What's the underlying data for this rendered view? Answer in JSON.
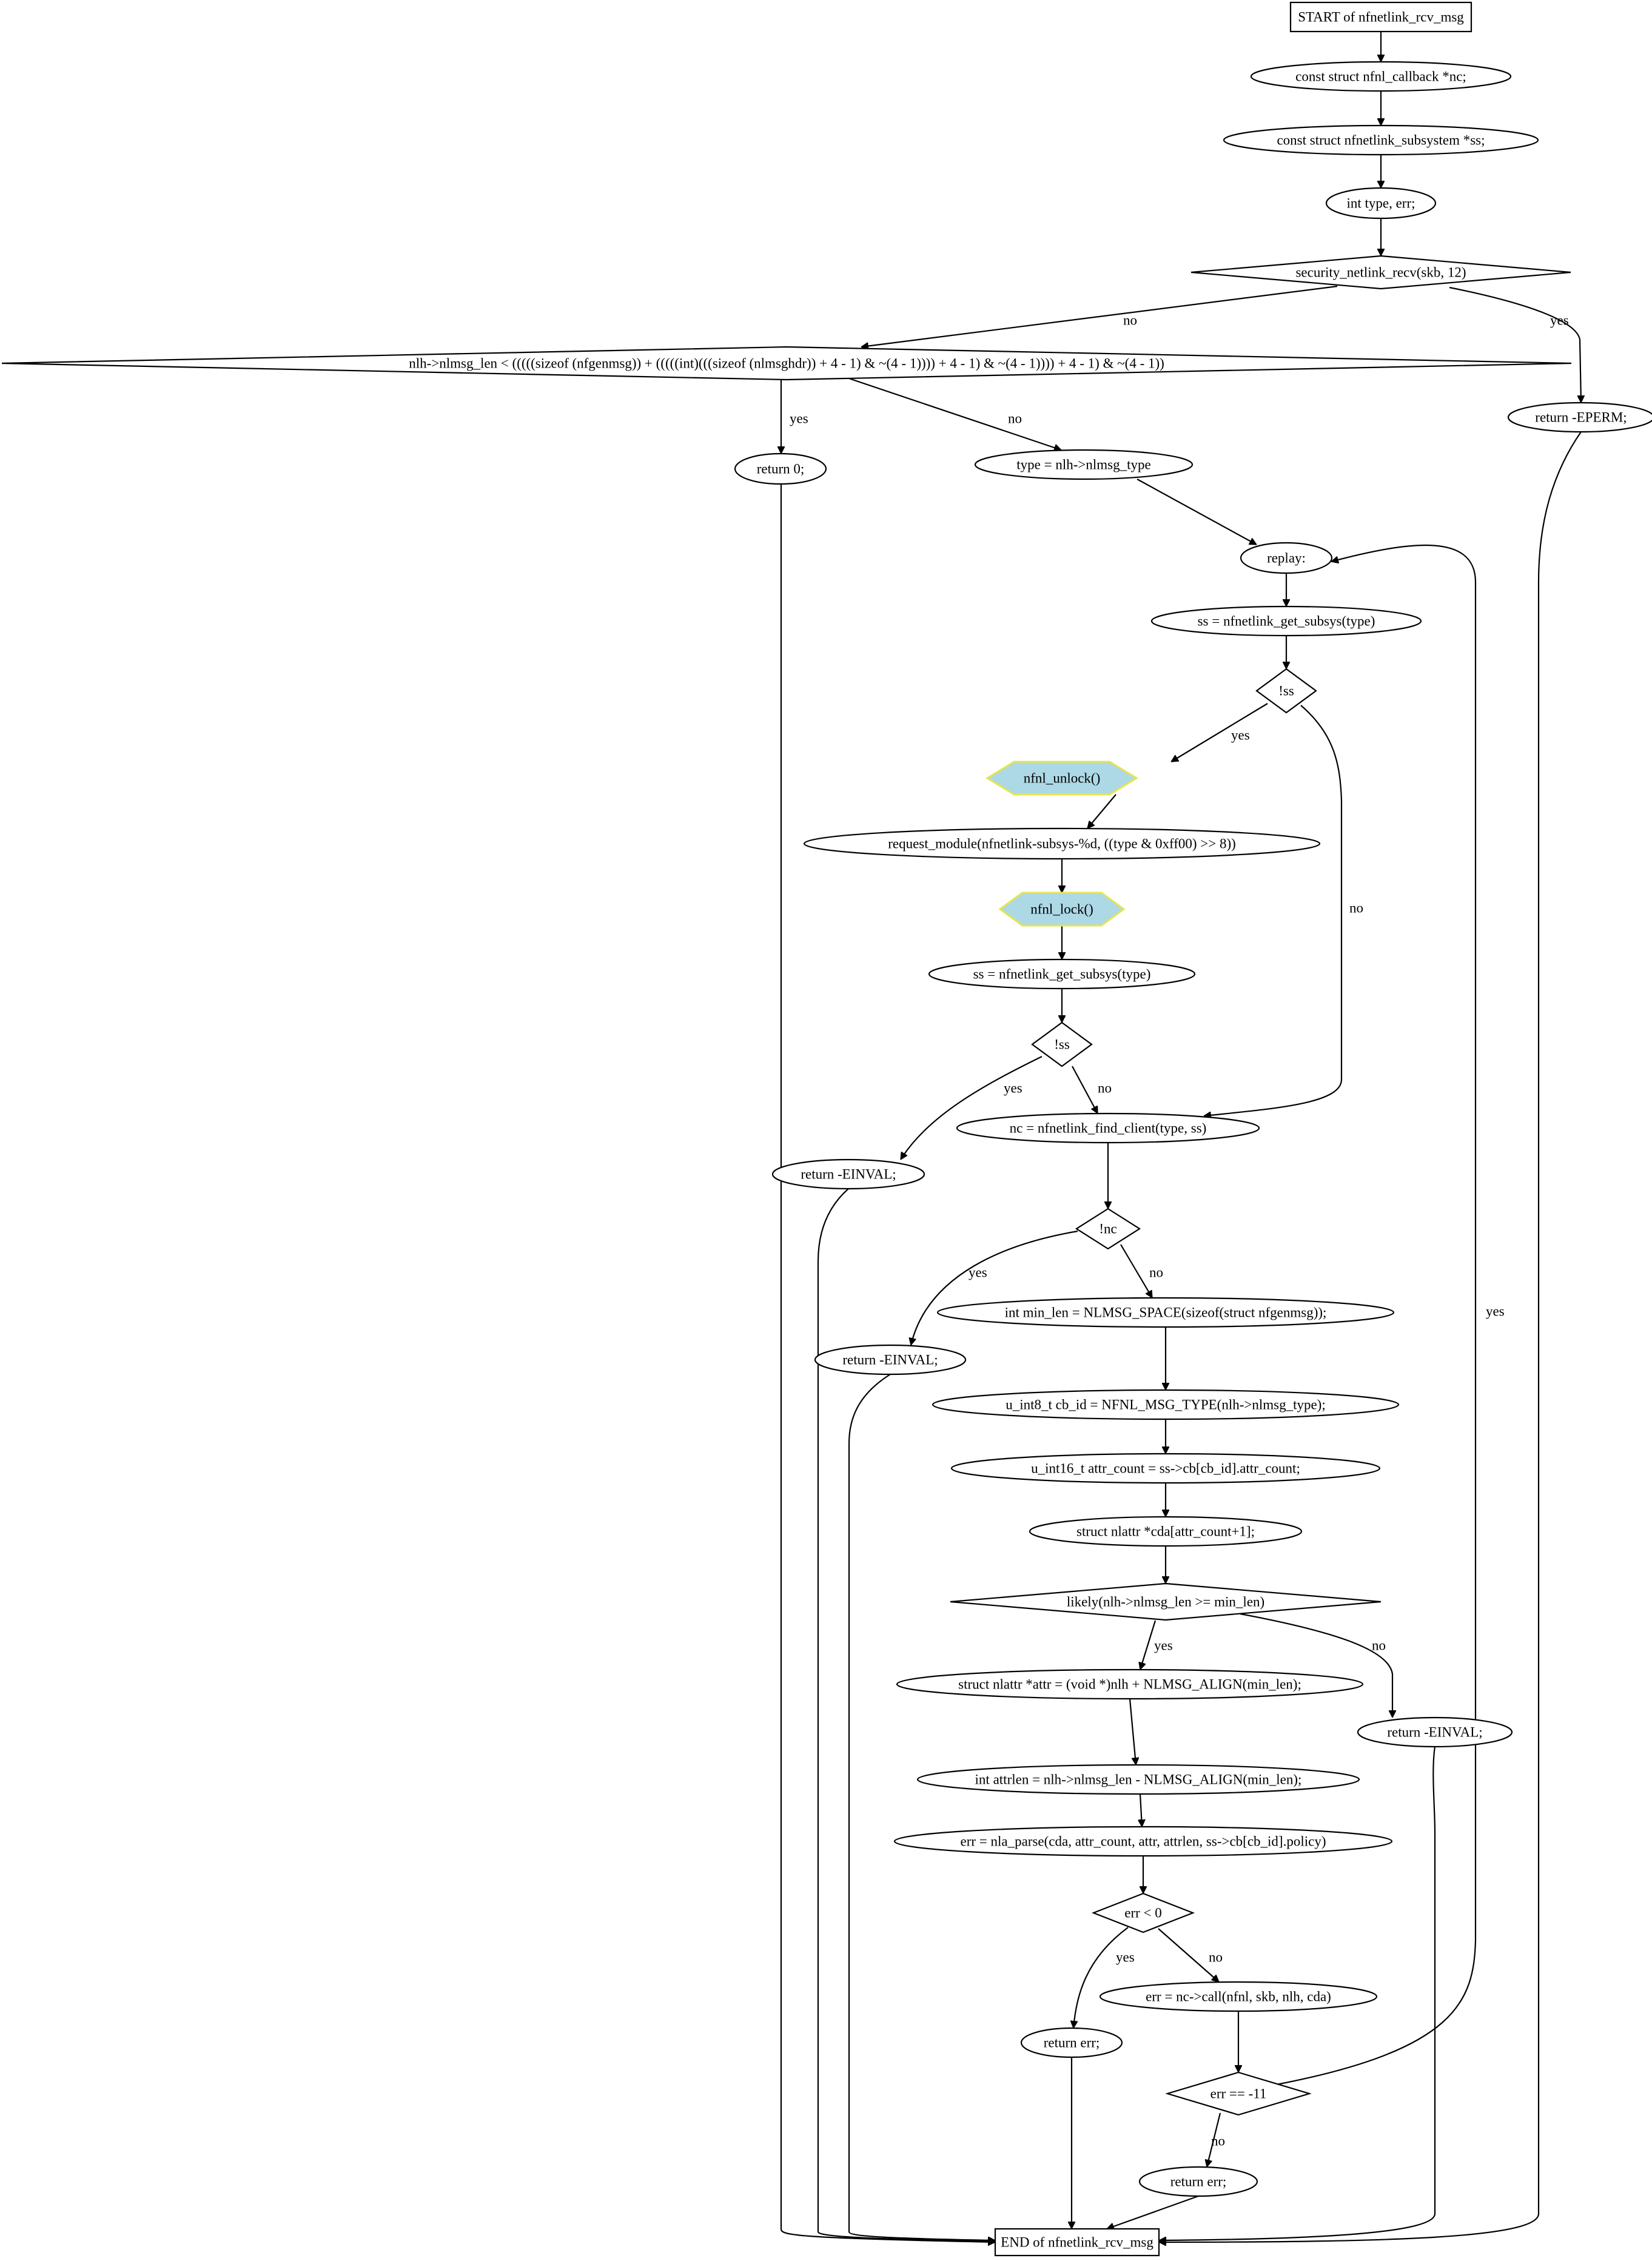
{
  "nodes": [
    {
      "id": "n0",
      "shape": "box",
      "label": "START of nfnetlink_rcv_msg"
    },
    {
      "id": "n1",
      "shape": "ellipse",
      "label": "const struct nfnl_callback *nc;"
    },
    {
      "id": "n2",
      "shape": "ellipse",
      "label": "const struct nfnetlink_subsystem *ss;"
    },
    {
      "id": "n3",
      "shape": "ellipse",
      "label": "int type, err;"
    },
    {
      "id": "n4",
      "shape": "diamond",
      "label": "security_netlink_recv(skb, 12)"
    },
    {
      "id": "n5",
      "shape": "diamond",
      "label": "nlh->nlmsg_len < (((((sizeof (nfgenmsg)) + (((((int)(((sizeof (nlmsghdr)) + 4 - 1) & ~(4 - 1)))) + 4 - 1) & ~(4 - 1)))) + 4 - 1) & ~(4 - 1))"
    },
    {
      "id": "n6",
      "shape": "ellipse",
      "label": "return -EPERM;"
    },
    {
      "id": "n7",
      "shape": "ellipse",
      "label": "return 0;"
    },
    {
      "id": "n8",
      "shape": "ellipse",
      "label": "type = nlh->nlmsg_type"
    },
    {
      "id": "n9",
      "shape": "ellipse",
      "label": "replay:"
    },
    {
      "id": "n10",
      "shape": "ellipse",
      "label": "ss = nfnetlink_get_subsys(type)"
    },
    {
      "id": "n11",
      "shape": "diamond",
      "label": "!ss"
    },
    {
      "id": "n12",
      "shape": "hexagon",
      "label": "nfnl_unlock()"
    },
    {
      "id": "n13",
      "shape": "ellipse",
      "label": "request_module(nfnetlink-subsys-%d, ((type & 0xff00) >> 8))"
    },
    {
      "id": "n14",
      "shape": "hexagon",
      "label": "nfnl_lock()"
    },
    {
      "id": "n15",
      "shape": "ellipse",
      "label": "ss = nfnetlink_get_subsys(type)"
    },
    {
      "id": "n16",
      "shape": "diamond",
      "label": "!ss"
    },
    {
      "id": "n17",
      "shape": "ellipse",
      "label": "return -EINVAL;"
    },
    {
      "id": "n18",
      "shape": "ellipse",
      "label": "nc = nfnetlink_find_client(type, ss)"
    },
    {
      "id": "n19",
      "shape": "diamond",
      "label": "!nc"
    },
    {
      "id": "n20",
      "shape": "ellipse",
      "label": "return -EINVAL;"
    },
    {
      "id": "n21",
      "shape": "ellipse",
      "label": "int min_len = NLMSG_SPACE(sizeof(struct nfgenmsg));"
    },
    {
      "id": "n22",
      "shape": "ellipse",
      "label": "u_int8_t cb_id = NFNL_MSG_TYPE(nlh->nlmsg_type);"
    },
    {
      "id": "n23",
      "shape": "ellipse",
      "label": "u_int16_t attr_count = ss->cb[cb_id].attr_count;"
    },
    {
      "id": "n24",
      "shape": "ellipse",
      "label": "struct nlattr *cda[attr_count+1];"
    },
    {
      "id": "n25",
      "shape": "diamond",
      "label": "likely(nlh->nlmsg_len >= min_len)"
    },
    {
      "id": "n26",
      "shape": "ellipse",
      "label": "struct nlattr *attr = (void *)nlh + NLMSG_ALIGN(min_len);"
    },
    {
      "id": "n27",
      "shape": "ellipse",
      "label": "return -EINVAL;"
    },
    {
      "id": "n28",
      "shape": "ellipse",
      "label": "int attrlen = nlh->nlmsg_len - NLMSG_ALIGN(min_len);"
    },
    {
      "id": "n29",
      "shape": "ellipse",
      "label": "err = nla_parse(cda, attr_count, attr, attrlen, ss->cb[cb_id].policy)"
    },
    {
      "id": "n30",
      "shape": "diamond",
      "label": "err < 0"
    },
    {
      "id": "n31",
      "shape": "ellipse",
      "label": "return err;"
    },
    {
      "id": "n32",
      "shape": "ellipse",
      "label": "err = nc->call(nfnl, skb, nlh, cda)"
    },
    {
      "id": "n33",
      "shape": "diamond",
      "label": "err == -11"
    },
    {
      "id": "n34",
      "shape": "ellipse",
      "label": "return err;"
    },
    {
      "id": "n35",
      "shape": "box",
      "label": "END of nfnetlink_rcv_msg"
    }
  ],
  "edges": [
    {
      "from": "n0",
      "to": "n1",
      "label": ""
    },
    {
      "from": "n1",
      "to": "n2",
      "label": ""
    },
    {
      "from": "n2",
      "to": "n3",
      "label": ""
    },
    {
      "from": "n3",
      "to": "n4",
      "label": ""
    },
    {
      "from": "n4",
      "to": "n5",
      "label": "no"
    },
    {
      "from": "n4",
      "to": "n6",
      "label": "yes"
    },
    {
      "from": "n5",
      "to": "n7",
      "label": "yes"
    },
    {
      "from": "n5",
      "to": "n8",
      "label": "no"
    },
    {
      "from": "n8",
      "to": "n9",
      "label": ""
    },
    {
      "from": "n9",
      "to": "n10",
      "label": ""
    },
    {
      "from": "n10",
      "to": "n11",
      "label": ""
    },
    {
      "from": "n11",
      "to": "n12",
      "label": "yes"
    },
    {
      "from": "n11",
      "to": "n18",
      "label": "no"
    },
    {
      "from": "n12",
      "to": "n13",
      "label": ""
    },
    {
      "from": "n13",
      "to": "n14",
      "label": ""
    },
    {
      "from": "n14",
      "to": "n15",
      "label": ""
    },
    {
      "from": "n15",
      "to": "n16",
      "label": ""
    },
    {
      "from": "n16",
      "to": "n17",
      "label": "yes"
    },
    {
      "from": "n16",
      "to": "n18",
      "label": "no"
    },
    {
      "from": "n18",
      "to": "n19",
      "label": ""
    },
    {
      "from": "n19",
      "to": "n20",
      "label": "yes"
    },
    {
      "from": "n19",
      "to": "n21",
      "label": "no"
    },
    {
      "from": "n21",
      "to": "n22",
      "label": ""
    },
    {
      "from": "n22",
      "to": "n23",
      "label": ""
    },
    {
      "from": "n23",
      "to": "n24",
      "label": ""
    },
    {
      "from": "n24",
      "to": "n25",
      "label": ""
    },
    {
      "from": "n25",
      "to": "n26",
      "label": "yes"
    },
    {
      "from": "n25",
      "to": "n27",
      "label": "no"
    },
    {
      "from": "n26",
      "to": "n28",
      "label": ""
    },
    {
      "from": "n28",
      "to": "n29",
      "label": ""
    },
    {
      "from": "n29",
      "to": "n30",
      "label": ""
    },
    {
      "from": "n30",
      "to": "n31",
      "label": "yes"
    },
    {
      "from": "n30",
      "to": "n32",
      "label": "no"
    },
    {
      "from": "n32",
      "to": "n33",
      "label": ""
    },
    {
      "from": "n33",
      "to": "n9",
      "label": "yes"
    },
    {
      "from": "n33",
      "to": "n34",
      "label": "no"
    },
    {
      "from": "n6",
      "to": "n35",
      "label": ""
    },
    {
      "from": "n7",
      "to": "n35",
      "label": ""
    },
    {
      "from": "n17",
      "to": "n35",
      "label": ""
    },
    {
      "from": "n20",
      "to": "n35",
      "label": ""
    },
    {
      "from": "n27",
      "to": "n35",
      "label": ""
    },
    {
      "from": "n31",
      "to": "n35",
      "label": ""
    },
    {
      "from": "n34",
      "to": "n35",
      "label": ""
    }
  ]
}
